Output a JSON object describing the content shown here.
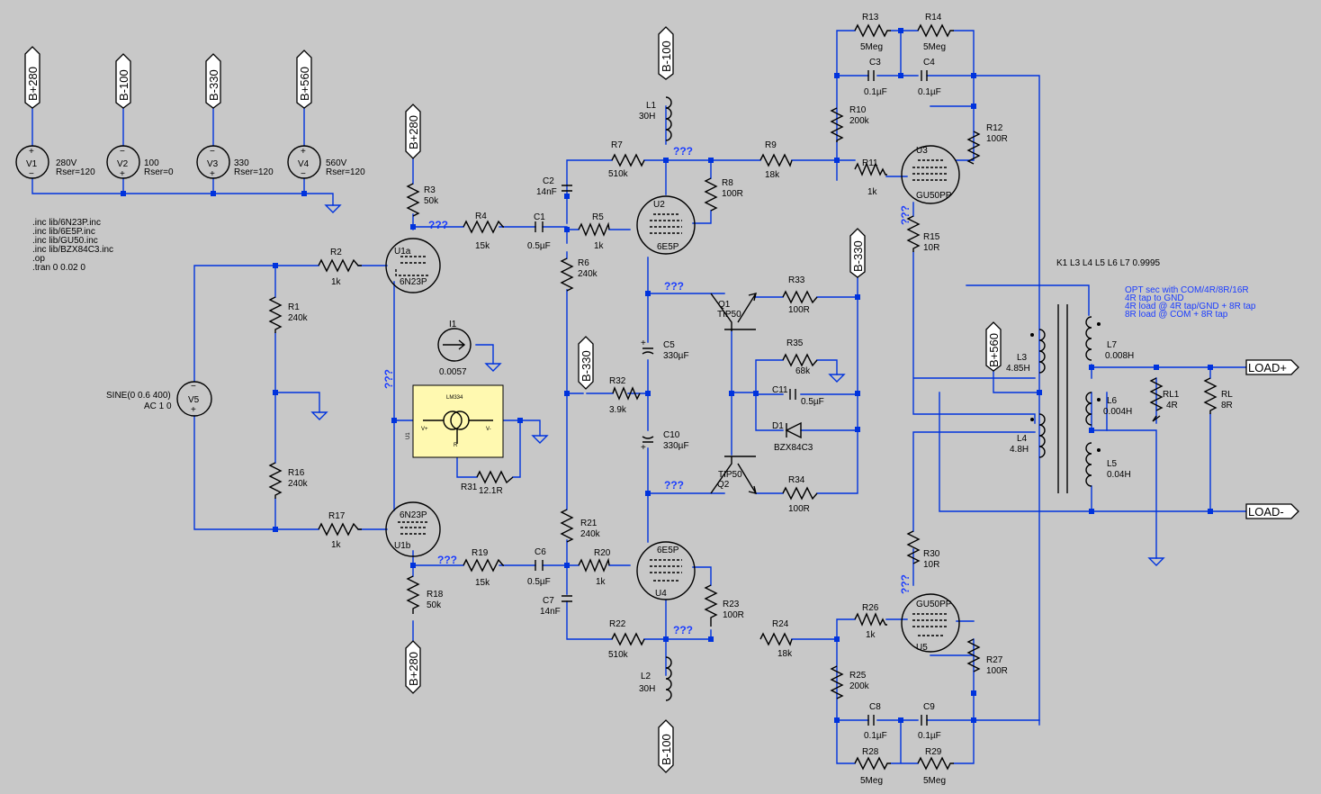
{
  "colors": {
    "background": "#c8c8c8",
    "wire": "#0033dd",
    "component": "#000000",
    "annotation": "#1a3cff",
    "lm334_fill": "#fff9b0"
  },
  "netlabels": {
    "b280": "B+280",
    "b100": "B-100",
    "b330": "B-330",
    "b560": "B+560",
    "load_p": "LOAD+",
    "load_n": "LOAD-"
  },
  "unknown": "???",
  "directives": [
    ".inc lib/6N23P.inc",
    ".inc lib/6E5P.inc",
    ".inc lib/GU50.inc",
    ".inc lib/BZX84C3.inc",
    ".op",
    ".tran 0 0.02 0"
  ],
  "sources": {
    "V1": {
      "name": "V1",
      "value": "280V",
      "extra": "Rser=120"
    },
    "V2": {
      "name": "V2",
      "value": "100",
      "extra": "Rser=0"
    },
    "V3": {
      "name": "V3",
      "value": "330",
      "extra": "Rser=120"
    },
    "V4": {
      "name": "V4",
      "value": "560V",
      "extra": "Rser=120"
    },
    "V5": {
      "name": "V5",
      "value": "SINE(0 0.6 400)",
      "extra": "AC 1 0"
    },
    "I1": {
      "name": "I1",
      "value": "0.0057"
    }
  },
  "resistors": {
    "R1": [
      "R1",
      "240k"
    ],
    "R2": [
      "R2",
      "1k"
    ],
    "R3": [
      "R3",
      "50k"
    ],
    "R4": [
      "R4",
      "15k"
    ],
    "R5": [
      "R5",
      "1k"
    ],
    "R6": [
      "R6",
      "240k"
    ],
    "R7": [
      "R7",
      "510k"
    ],
    "R8": [
      "R8",
      "100R"
    ],
    "R9": [
      "R9",
      "18k"
    ],
    "R10": [
      "R10",
      "200k"
    ],
    "R11": [
      "R11",
      "1k"
    ],
    "R12": [
      "R12",
      "100R"
    ],
    "R13": [
      "R13",
      "5Meg"
    ],
    "R14": [
      "R14",
      "5Meg"
    ],
    "R15": [
      "R15",
      "10R"
    ],
    "R16": [
      "R16",
      "240k"
    ],
    "R17": [
      "R17",
      "1k"
    ],
    "R18": [
      "R18",
      "50k"
    ],
    "R19": [
      "R19",
      "15k"
    ],
    "R20": [
      "R20",
      "1k"
    ],
    "R21": [
      "R21",
      "240k"
    ],
    "R22": [
      "R22",
      "510k"
    ],
    "R23": [
      "R23",
      "100R"
    ],
    "R24": [
      "R24",
      "18k"
    ],
    "R25": [
      "R25",
      "200k"
    ],
    "R26": [
      "R26",
      "1k"
    ],
    "R27": [
      "R27",
      "100R"
    ],
    "R28": [
      "R28",
      "5Meg"
    ],
    "R29": [
      "R29",
      "5Meg"
    ],
    "R30": [
      "R30",
      "10R"
    ],
    "R31": [
      "R31",
      "12.1R"
    ],
    "R32": [
      "R32",
      "3.9k"
    ],
    "R33": [
      "R33",
      "100R"
    ],
    "R34": [
      "R34",
      "100R"
    ],
    "R35": [
      "R35",
      "68k"
    ],
    "RL1": [
      "RL1",
      "4R"
    ],
    "RL": [
      "RL",
      "8R"
    ]
  },
  "capacitors": {
    "C1": [
      "C1",
      "0.5µF"
    ],
    "C2": [
      "C2",
      "14nF"
    ],
    "C3": [
      "C3",
      "0.1µF"
    ],
    "C4": [
      "C4",
      "0.1µF"
    ],
    "C5": [
      "C5",
      "330µF"
    ],
    "C6": [
      "C6",
      "0.5µF"
    ],
    "C7": [
      "C7",
      "14nF"
    ],
    "C8": [
      "C8",
      "0.1µF"
    ],
    "C9": [
      "C9",
      "0.1µF"
    ],
    "C10": [
      "C10",
      "330µF"
    ],
    "C11": [
      "C11",
      "0.5µF"
    ]
  },
  "inductors": {
    "L1": [
      "L1",
      "30H"
    ],
    "L2": [
      "L2",
      "30H"
    ],
    "L3": [
      "L3",
      "4.85H"
    ],
    "L4": [
      "L4",
      "4.8H"
    ],
    "L5": [
      "L5",
      "0.04H"
    ],
    "L6": [
      "L6",
      "0.004H"
    ],
    "L7": [
      "L7",
      "0.008H"
    ]
  },
  "tubes": {
    "U1a": [
      "U1a",
      "6N23P"
    ],
    "U1b": [
      "U1b",
      "6N23P"
    ],
    "U2": [
      "U2",
      "6E5P"
    ],
    "U4": [
      "U4",
      "6E5P"
    ],
    "U3": [
      "U3",
      "GU50PP"
    ],
    "U5": [
      "U5",
      "GU50PP"
    ]
  },
  "transistors": {
    "Q1": [
      "Q1",
      "TIP50"
    ],
    "Q2": [
      "Q2",
      "TIP50"
    ]
  },
  "diode": {
    "D1": [
      "D1",
      "BZX84C3"
    ]
  },
  "lm334": {
    "title": "LM334",
    "ref": "U1",
    "pin_v_plus": "V+",
    "pin_v_minus": "V-",
    "pin_r": "R"
  },
  "coupling": "K1 L3 L4 L5 L6 L7 0.9995",
  "notes": [
    "OPT sec with COM/4R/8R/16R",
    "4R tap to GND",
    "4R load @ 4R tap/GND + 8R tap",
    "8R load @ COM + 8R tap"
  ]
}
